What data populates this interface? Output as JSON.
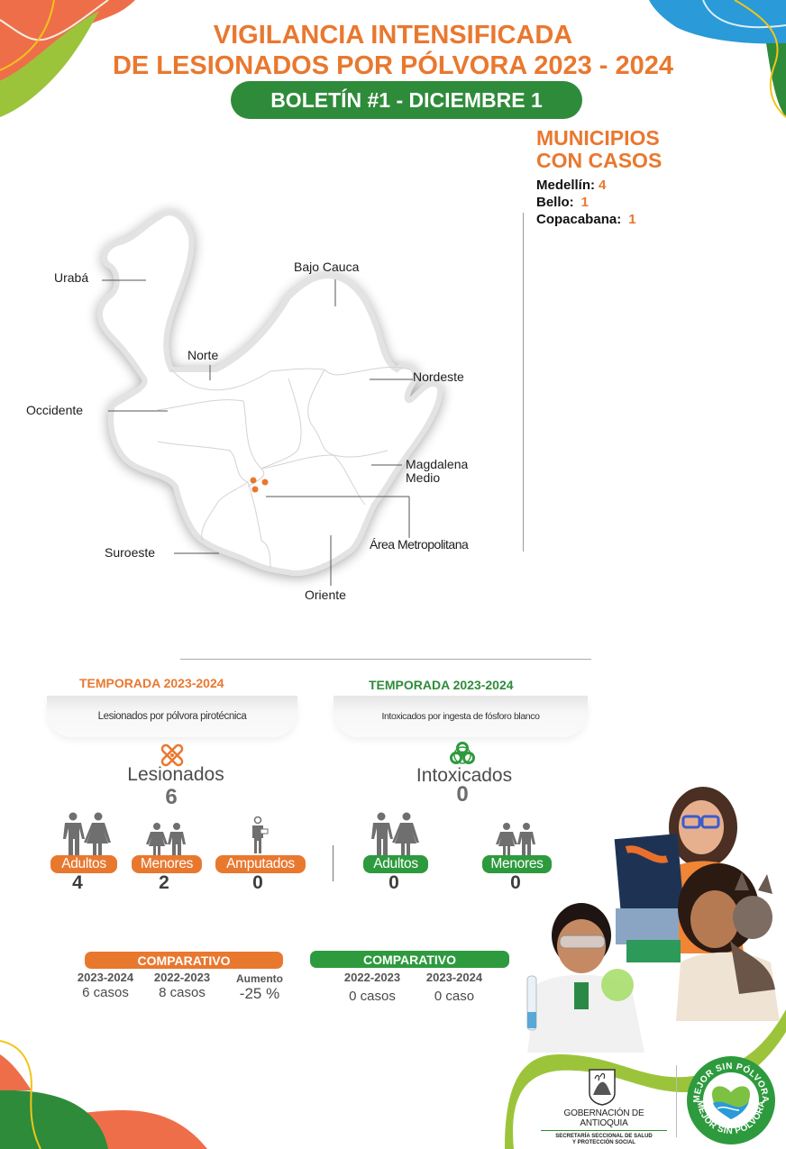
{
  "header": {
    "title_line1": "VIGILANCIA INTENSIFICADA",
    "title_line2": "DE LESIONADOS POR PÓLVORA 2023 - 2024",
    "bulletin": "BOLETÍN #1 - DICIEMBRE 1"
  },
  "municipalities": {
    "title_line1": "MUNICIPIOS",
    "title_line2": "CON CASOS",
    "items": [
      {
        "name": "Medellín:",
        "value": "4"
      },
      {
        "name": "Bello:",
        "value": "1"
      },
      {
        "name": "Copacabana:",
        "value": "1"
      }
    ]
  },
  "map": {
    "regions": {
      "uraba": "Urabá",
      "bajo_cauca": "Bajo Cauca",
      "norte": "Norte",
      "nordeste": "Nordeste",
      "occidente": "Occidente",
      "magdalena_medio_1": "Magdalena",
      "magdalena_medio_2": "Medio",
      "area_metropolitana": "Área Metropolitana",
      "suroeste": "Suroeste",
      "oriente": "Oriente"
    },
    "case_marker_color": "#e9782f",
    "case_markers": 3
  },
  "lesionados": {
    "season_title": "TEMPORADA 2023-2024",
    "subtitle": "Lesionados por pólvora pirotécnica",
    "icon": "bandage-icon",
    "heading": "Lesionados",
    "total": "6",
    "categories": [
      {
        "label": "Adultos",
        "value": "4",
        "icon": "adults-icon"
      },
      {
        "label": "Menores",
        "value": "2",
        "icon": "children-icon"
      },
      {
        "label": "Amputados",
        "value": "0",
        "icon": "amputee-icon"
      }
    ],
    "comparativo": {
      "label": "COMPARATIVO",
      "columns": [
        {
          "header": "2023-2024",
          "value": "6 casos"
        },
        {
          "header": "2022-2023",
          "value": "8 casos"
        },
        {
          "header": "Aumento",
          "value": "-25 %"
        }
      ]
    }
  },
  "intoxicados": {
    "season_title": "TEMPORADA 2023-2024",
    "subtitle": "Intoxicados por ingesta de fósforo blanco",
    "icon": "biohazard-icon",
    "heading": "Intoxicados",
    "total": "0",
    "categories": [
      {
        "label": "Adultos",
        "value": "0",
        "icon": "adults-icon"
      },
      {
        "label": "Menores",
        "value": "0",
        "icon": "children-icon"
      }
    ],
    "comparativo": {
      "label": "COMPARATIVO",
      "columns": [
        {
          "header": "2022-2023",
          "value": "0 casos"
        },
        {
          "header": "2023-2024",
          "value": "0 caso"
        }
      ]
    }
  },
  "footer": {
    "gov_name": "GOBERNACIÓN DE ANTIOQUIA",
    "gov_sub1": "SECRETARÍA SECCIONAL DE SALUD",
    "gov_sub2": "Y PROTECCIÓN SOCIAL",
    "badge_text": "MEJOR SIN PÓLVORA"
  },
  "colors": {
    "orange": "#e9782f",
    "green": "#2e8b3a",
    "light_green": "#9cc43b",
    "coral": "#ef6e4a",
    "blue": "#2a9ad8",
    "yellow": "#f1c419"
  }
}
